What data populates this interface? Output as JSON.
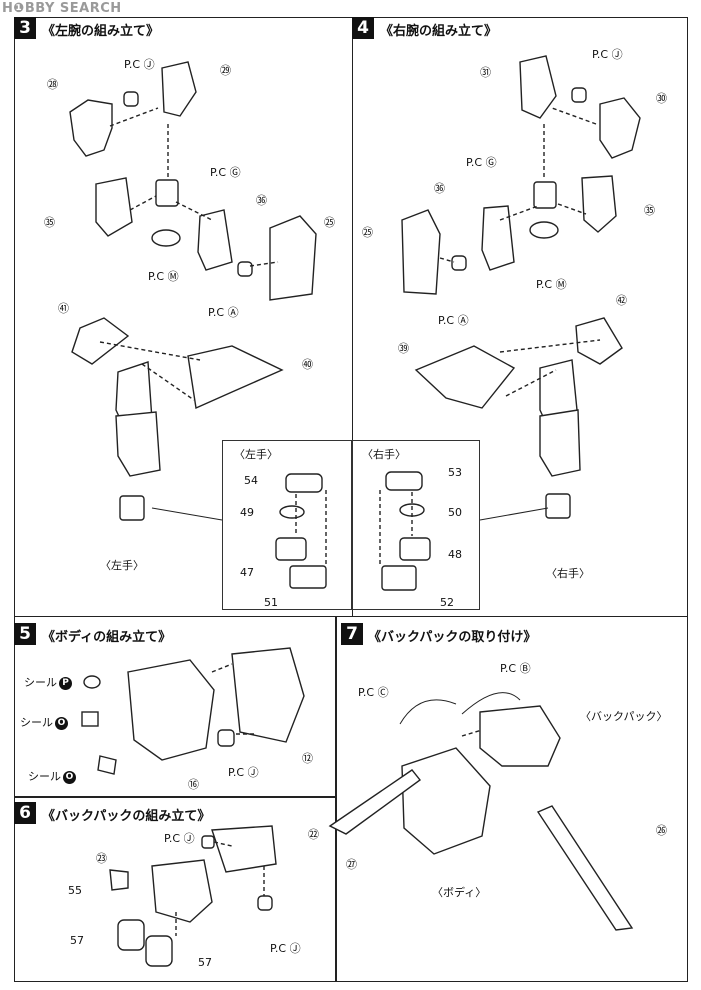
{
  "watermark": "H❶BBY SEARCH",
  "steps": {
    "s3": {
      "num": "3",
      "title": "《左腕の組み立て》",
      "sub_left": "〈左手〉",
      "hand": "〈左手〉"
    },
    "s4": {
      "num": "4",
      "title": "《右腕の組み立て》",
      "sub_right": "〈右手〉",
      "hand": "〈右手〉"
    },
    "s5": {
      "num": "5",
      "title": "《ボディの組み立て》",
      "seal": "シール",
      "seal_codes": [
        "P",
        "O",
        "O"
      ]
    },
    "s6": {
      "num": "6",
      "title": "《バックパックの組み立て》"
    },
    "s7": {
      "num": "7",
      "title": "《バックパックの取り付け》",
      "backpack": "〈バックパック〉",
      "body": "〈ボディ〉"
    }
  },
  "pc_labels": {
    "j": "P.C Ⓙ",
    "g": "P.C Ⓖ",
    "m": "P.C Ⓜ",
    "a": "P.C Ⓐ",
    "b": "P.C Ⓑ",
    "c": "P.C Ⓒ"
  },
  "parts": {
    "p28": "㉘",
    "p29": "㉙",
    "p36": "㊱",
    "p25": "㉕",
    "p35": "㉟",
    "p41": "㊶",
    "p40": "㊵",
    "p31": "㉛",
    "p30": "㉚",
    "p42": "㊷",
    "p39": "㊴",
    "p54": "54",
    "p49": "49",
    "p47": "47",
    "p51": "51",
    "p53": "53",
    "p50": "50",
    "p48": "48",
    "p52": "52",
    "p12": "⑫",
    "p16": "⑯",
    "p22": "㉒",
    "p23": "㉓",
    "p55": "55",
    "p57": "57",
    "p27": "㉗",
    "p26": "㉖"
  }
}
